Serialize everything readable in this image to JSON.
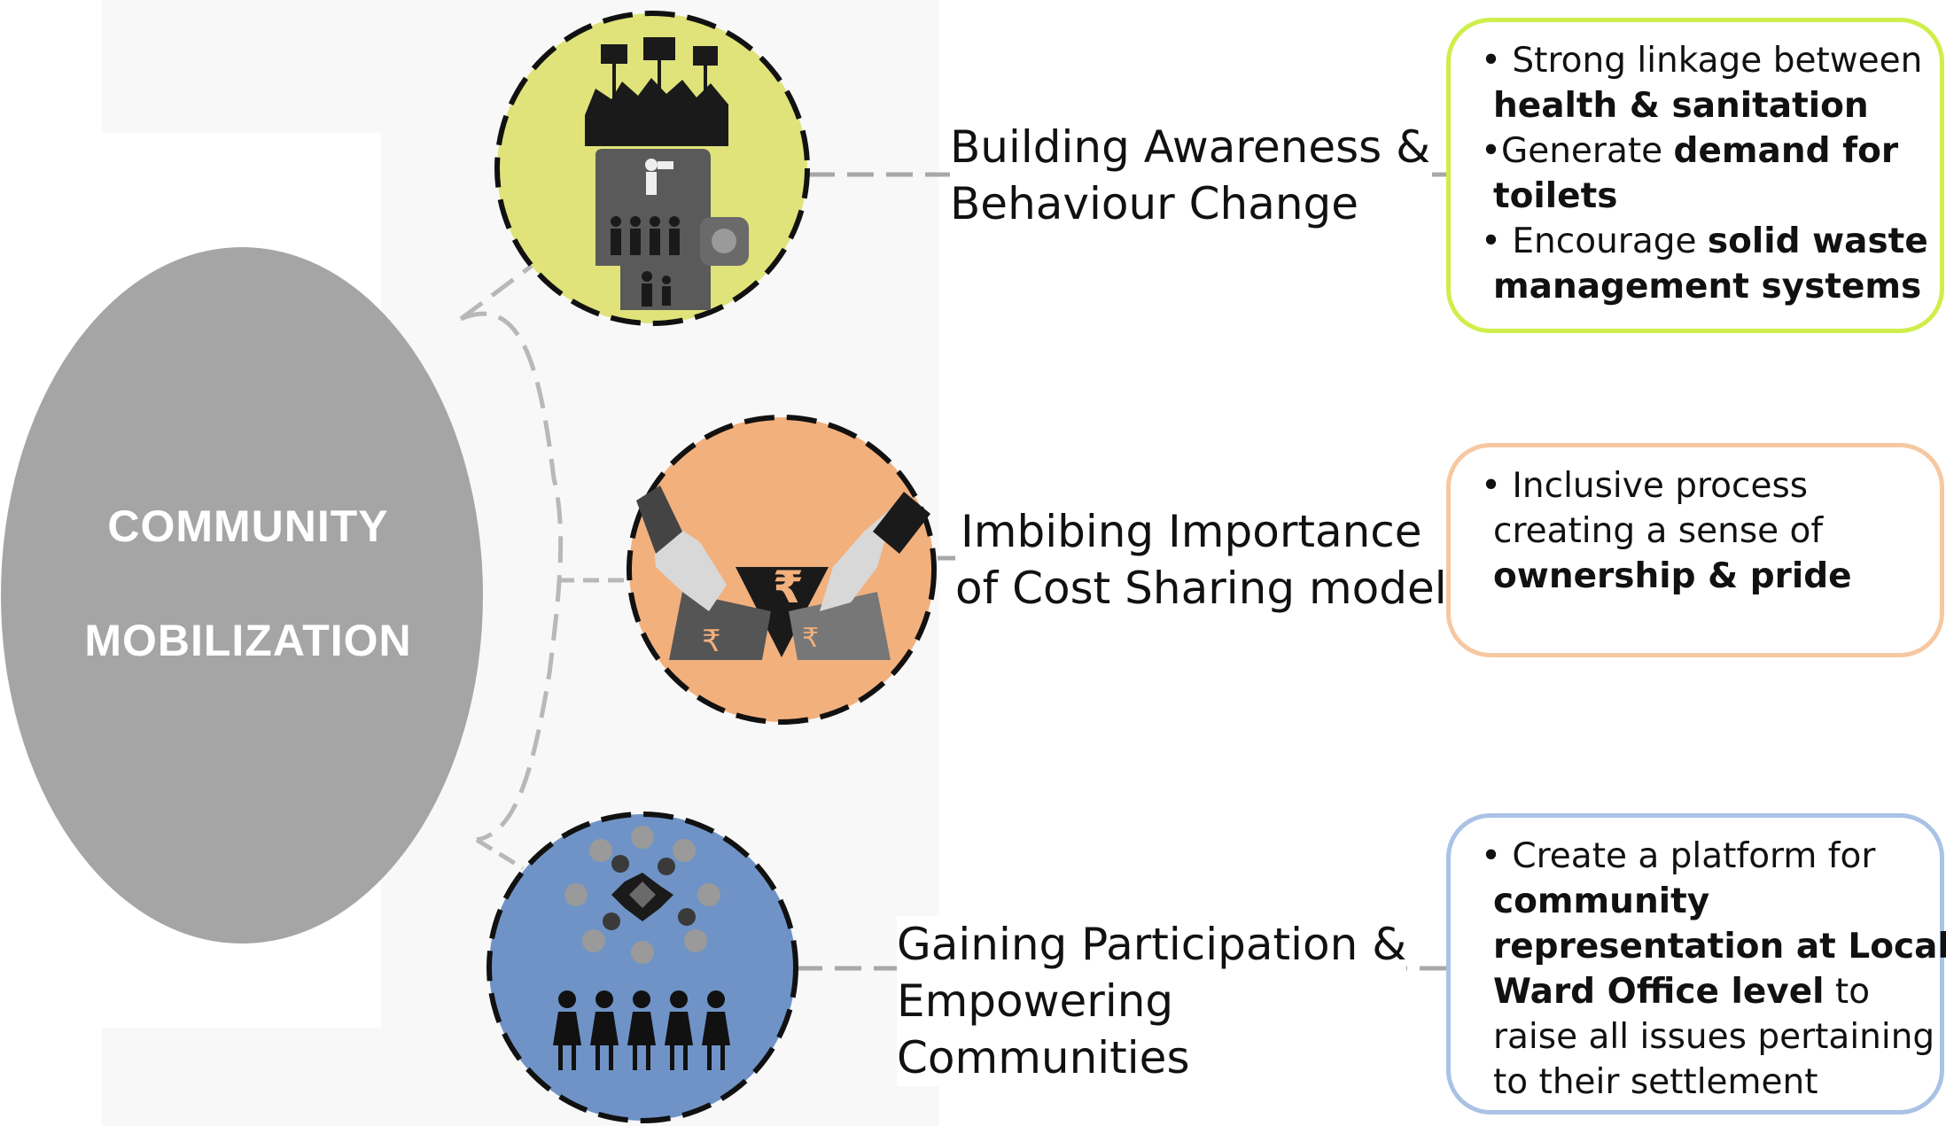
{
  "central": {
    "line1": "COMMUNITY",
    "line2": "MOBILIZATION",
    "color": "#a5a5a5"
  },
  "stages": [
    {
      "circle_color": "#dfe37a",
      "circle_icon": "protest-crowd-megaphone-icon",
      "label_line1": "Building Awareness  &",
      "label_line2": "Behaviour Change",
      "label_line3": "",
      "box_border": "#cfee4a",
      "bullets": {
        "b1_a": "• Strong linkage between",
        "b1_b": "health & sanitation",
        "b2_a": "•Generate ",
        "b2_bold": "demand for",
        "b2_c": "toilets",
        "b3_a": "• Encourage ",
        "b3_bold": "solid waste",
        "b3_c": "management systems"
      }
    },
    {
      "circle_color": "#f2b07d",
      "circle_icon": "handshake-rupee-icon",
      "label_line1": "Imbibing Importance",
      "label_line2": "of Cost Sharing model",
      "label_line3": "",
      "box_border": "#f6c8a2",
      "bullets": {
        "b1_a": "• Inclusive process",
        "b1_b": "creating a sense of",
        "b1_c": "ownership & pride"
      }
    },
    {
      "circle_color": "#6f93c6",
      "circle_icon": "people-network-icon",
      "label_line1": "Gaining Participation &",
      "label_line2": "Empowering",
      "label_line3": "Communities",
      "box_border": "#a9c2e6",
      "bullets": {
        "b1_a": "• Create a platform for",
        "b1_b": "community",
        "b1_c": "representation at Local",
        "b1_d_bold": "Ward Office level",
        "b1_d_rest": " to",
        "b1_e": "raise all issues pertaining",
        "b1_f": "to their settlement"
      }
    }
  ]
}
